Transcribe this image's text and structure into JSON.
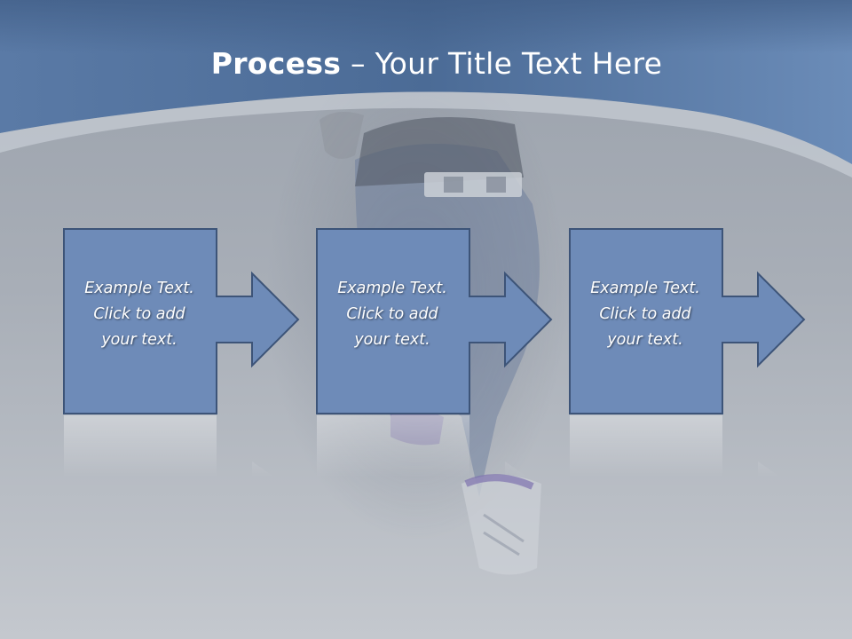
{
  "title": {
    "bold": "Process",
    "rest": " – Your Title Text Here"
  },
  "steps": [
    {
      "text": "Example Text.\nClick  to add\nyour text."
    },
    {
      "text": "Example Text.\nClick  to add\nyour text."
    },
    {
      "text": "Example Text.\nClick  to add\nyour text."
    }
  ],
  "colors": {
    "header": "#4e6f9a",
    "header_light": "#6d8cb6",
    "box_fill": "#6e8bb8",
    "box_stroke": "#3d5478",
    "background": "#aeb4bd"
  }
}
